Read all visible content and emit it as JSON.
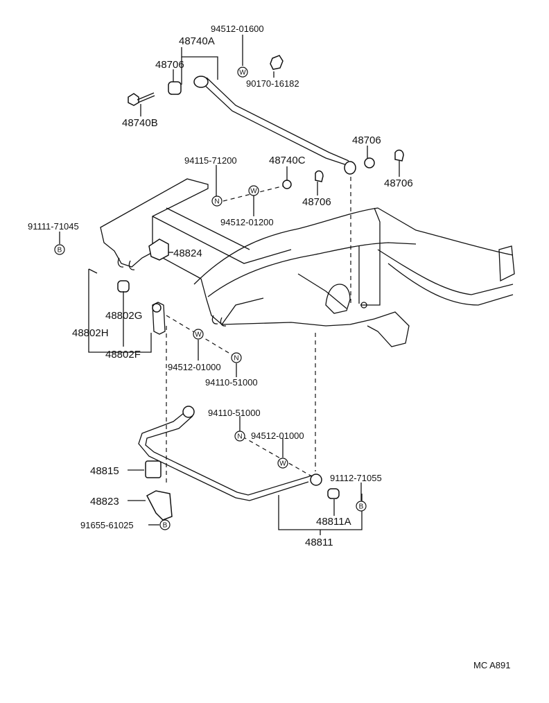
{
  "labels": {
    "p94512_01600": "94512-01600",
    "p48740A": "48740A",
    "p48706_top": "48706",
    "p90170_16182": "90170-16182",
    "p48740B": "48740B",
    "p48706_r1": "48706",
    "p48706_r2": "48706",
    "p94115_71200": "94115-71200",
    "p48740C": "48740C",
    "p48706_mid": "48706",
    "p94512_01200": "94512-01200",
    "p91111_71045": "91111-71045",
    "p48824": "48824",
    "p48802G": "48802G",
    "p48802H": "48802H",
    "p48802F": "48802F",
    "p94512_01000_a": "94512-01000",
    "p94110_51000_a": "94110-51000",
    "p94110_51000_b": "94110-51000",
    "p94512_01000_b": "94512-01000",
    "p91112_71055": "91112-71055",
    "p48815": "48815",
    "p48823": "48823",
    "p48811A": "48811A",
    "p91655_61025": "91655-61025",
    "p48811": "48811",
    "code": "MC A891"
  },
  "symbols": {
    "washer": "W",
    "nut": "N",
    "bolt": "B"
  }
}
